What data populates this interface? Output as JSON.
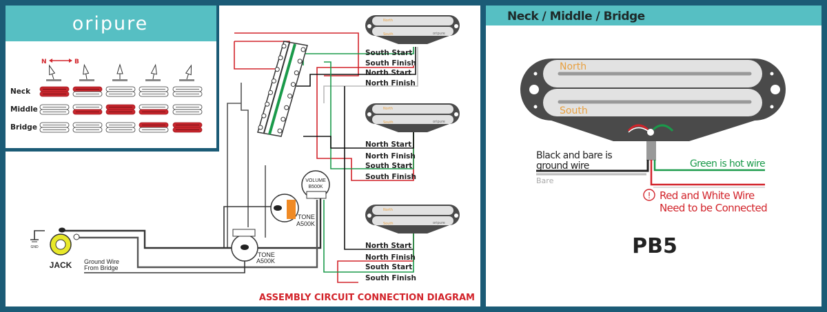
{
  "colors": {
    "frame": "#1b5b76",
    "header": "#56bfc3",
    "red": "#d2232a",
    "green": "#1a9a4a",
    "orange": "#f08a24",
    "label_orange": "#e8a040",
    "plate": "#4a4a4a"
  },
  "legend": {
    "logo": "oripure",
    "direction": {
      "left": "N",
      "right": "B"
    },
    "rows": [
      {
        "label": "Neck",
        "states": [
          [
            true,
            true
          ],
          [
            true,
            false
          ],
          [
            false,
            false
          ],
          [
            false,
            false
          ],
          [
            false,
            false
          ]
        ]
      },
      {
        "label": "Middle",
        "states": [
          [
            false,
            false
          ],
          [
            false,
            true
          ],
          [
            true,
            true
          ],
          [
            false,
            true
          ],
          [
            false,
            false
          ]
        ]
      },
      {
        "label": "Bridge",
        "states": [
          [
            false,
            false
          ],
          [
            false,
            false
          ],
          [
            false,
            false
          ],
          [
            true,
            false
          ],
          [
            true,
            true
          ]
        ]
      }
    ]
  },
  "pickups": [
    {
      "name": "neck",
      "north": "North",
      "south": "South",
      "brand": "oripure",
      "wires": [
        "South Start",
        "South Finish",
        "North Start",
        "North Finish"
      ]
    },
    {
      "name": "middle",
      "north": "North",
      "south": "South",
      "brand": "oripure",
      "wires": [
        "North Start",
        "North Finish",
        "South Start",
        "South Finish"
      ]
    },
    {
      "name": "bridge",
      "north": "North",
      "south": "South",
      "brand": "oripure",
      "wires": [
        "North Start",
        "North Finish",
        "South Start",
        "South Finish"
      ]
    }
  ],
  "pots": {
    "volume": {
      "line1": "VOLUME",
      "line2": "B500K"
    },
    "tone1": {
      "line1": "TONE",
      "line2": "A500K"
    },
    "tone2": {
      "line1": "TONE",
      "line2": "A500K"
    }
  },
  "jack": {
    "label": "JACK",
    "gnd": "GND",
    "ground_note_1": "Ground Wire",
    "ground_note_2": "From Bridge"
  },
  "diagram_title": "ASSEMBLY CIRCUIT CONNECTION DIAGRAM",
  "detail": {
    "header": "Neck / Middle / Bridge",
    "north": "North",
    "south": "South",
    "ground_1": "Black and bare is",
    "ground_2": "ground wire",
    "bare": "Bare",
    "hot": "Green is hot wire",
    "warn_icon": "exclamation-circle-icon",
    "warn_1": "Red and White Wire",
    "warn_2": "Need to be Connected",
    "model": "PB5"
  }
}
